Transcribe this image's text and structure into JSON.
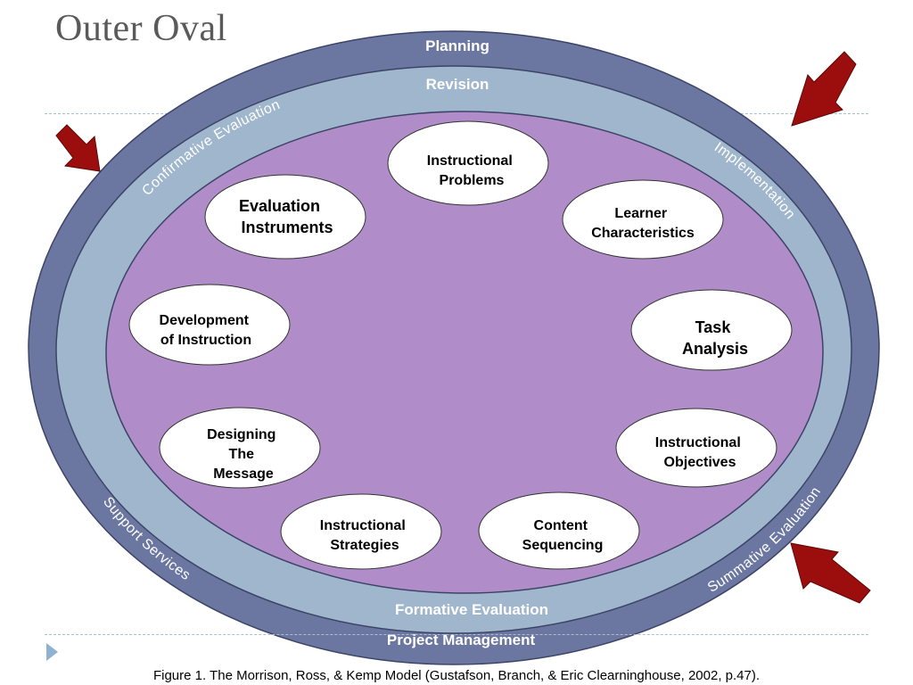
{
  "slide": {
    "title": "Outer Oval",
    "caption": "Figure 1.  The Morrison, Ross, & Kemp Model (Gustafson, Branch, & Eric Clearninghouse, 2002, p.47)."
  },
  "outer_ring": {
    "top_label": "Planning",
    "bottom_label": "Project Management",
    "left_upper_label": "Confirmative Evaluation",
    "right_upper_label": "Implementation",
    "left_lower_label": "Support Services",
    "right_lower_label": "Summative Evaluation"
  },
  "middle_ring": {
    "top_label": "Revision",
    "bottom_label": "Formative Evaluation"
  },
  "nodes": {
    "instructional_problems": [
      "Instructional",
      "Problems"
    ],
    "learner_characteristics": [
      "Learner",
      "Characteristics"
    ],
    "task_analysis": [
      "Task",
      "Analysis"
    ],
    "instructional_objectives": [
      "Instructional",
      "Objectives"
    ],
    "content_sequencing": [
      "Content",
      "Sequencing"
    ],
    "instructional_strategies": [
      "Instructional",
      "Strategies"
    ],
    "designing_the_message": [
      "Designing",
      "The",
      "Message"
    ],
    "development_of_instruction": [
      "Development",
      "of Instruction"
    ],
    "evaluation_instruments": [
      "Evaluation",
      "Instruments"
    ]
  },
  "colors": {
    "outer_ring": "#6b77a0",
    "middle_ring": "#a0b6cd",
    "inner_field": "#b08dc8",
    "arrows": "#9c0e0e"
  }
}
